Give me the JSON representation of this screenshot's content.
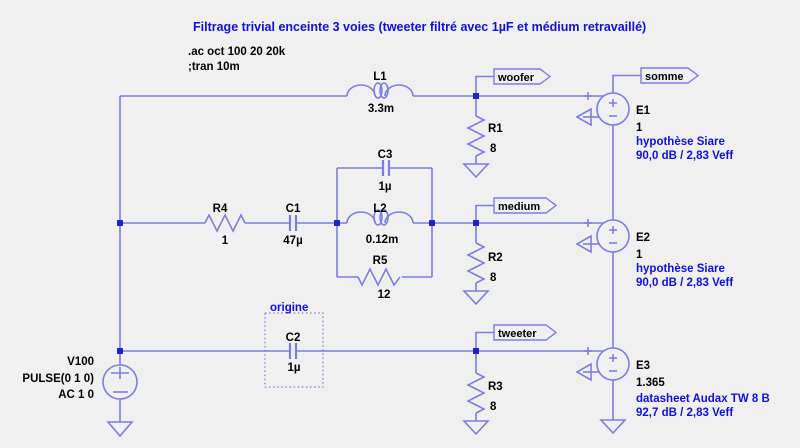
{
  "title": "Filtrage trivial enceinte 3 voies (tweeter filtré avec 1µF et médium retravaillé)",
  "directives": {
    "ac_analysis": ".ac oct 100 20 20k",
    "transient": ";tran 10m"
  },
  "net_flags": {
    "woofer": "woofer",
    "medium": "medium",
    "tweeter": "tweeter",
    "somme": "somme"
  },
  "annotations": {
    "origine_label": "origine"
  },
  "components": {
    "L1": {
      "name": "L1",
      "value": "3.3m"
    },
    "L2": {
      "name": "L2",
      "value": "0.12m"
    },
    "C1": {
      "name": "C1",
      "value": "47µ"
    },
    "C2": {
      "name": "C2",
      "value": "1µ"
    },
    "C3": {
      "name": "C3",
      "value": "1µ"
    },
    "R1": {
      "name": "R1",
      "value": "8"
    },
    "R2": {
      "name": "R2",
      "value": "8"
    },
    "R3": {
      "name": "R3",
      "value": "8"
    },
    "R4": {
      "name": "R4",
      "value": "1"
    },
    "R5": {
      "name": "R5",
      "value": "12"
    },
    "V100": {
      "name": "V100",
      "value_line1": "PULSE(0 1 0)",
      "value_line2": "AC 1 0"
    },
    "E1": {
      "name": "E1",
      "value": "1",
      "note_line1": "hypothèse Siare",
      "note_line2": "90,0 dB / 2,83 Veff"
    },
    "E2": {
      "name": "E2",
      "value": "1",
      "note_line1": "hypothèse Siare",
      "note_line2": "90,0 dB / 2,83 Veff"
    },
    "E3": {
      "name": "E3",
      "value": "1.365",
      "note_line1": "datasheet Audax TW 8 B",
      "note_line2": "92,7 dB / 2,83 Veff"
    }
  },
  "colors": {
    "background": "#f0f0f0",
    "wire": "#7d7ddd",
    "junction": "#2323cc",
    "text_blue": "#1010d8",
    "text_black": "#000000"
  }
}
